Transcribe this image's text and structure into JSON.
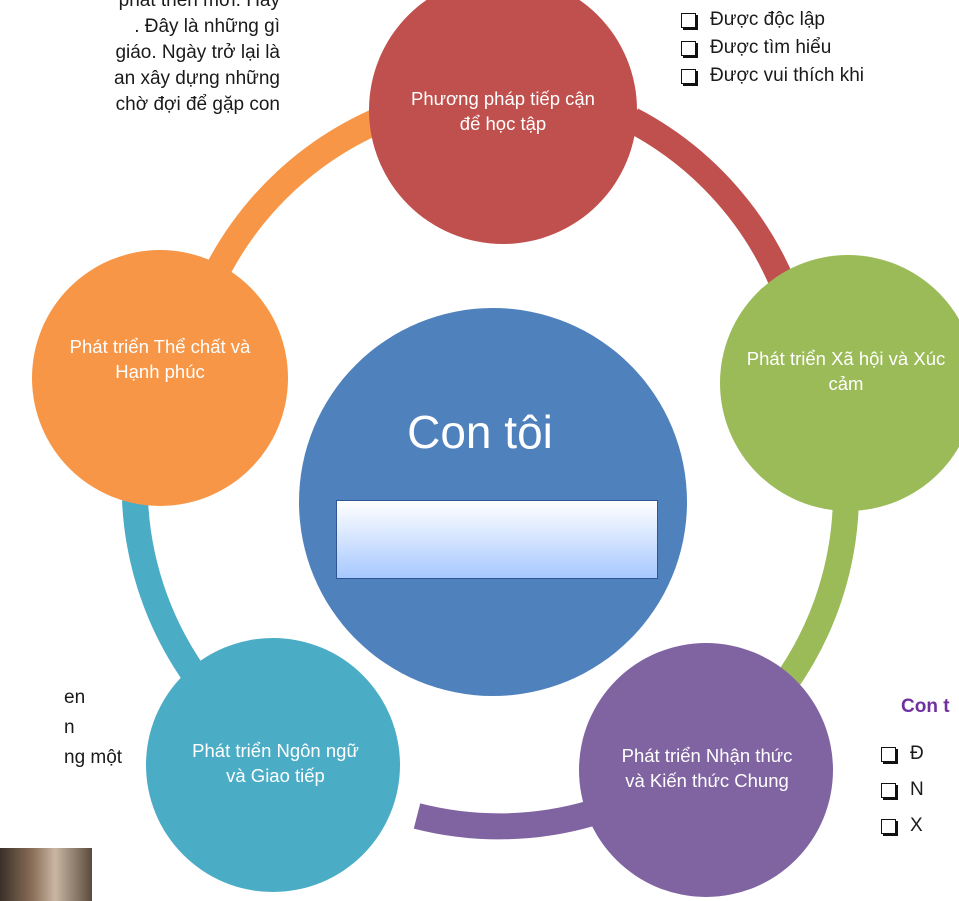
{
  "top_left_text": [
    "phát triển mới. Hãy",
    ". Đây là những gì",
    "giáo. Ngày trở lại là",
    "an xây dựng những",
    "chờ đợi để gặp con"
  ],
  "top_checklist": [
    "Được độc lập",
    "Được tìm hiểu",
    "Được vui thích khi"
  ],
  "bottom_left_text": [
    "en",
    "n",
    "ng một"
  ],
  "bottom_right": {
    "heading": "Con t",
    "items": [
      "Đ",
      "N",
      "X"
    ]
  },
  "diagram": {
    "center": "Con tôi",
    "nodes": [
      {
        "label": "Phương pháp tiếp cận để học tập",
        "color": "#c0504d"
      },
      {
        "label": "Phát triển Xã hội và Xúc cảm",
        "color": "#9bbb59"
      },
      {
        "label": "Phát triển Nhận thức và Kiến thức Chung",
        "color": "#8064a2"
      },
      {
        "label": "Phát triển Ngôn ngữ và Giao tiếp",
        "color": "#4bacc6"
      },
      {
        "label": "Phát triển Thể chất và Hạnh phúc",
        "color": "#f79646"
      }
    ],
    "center_color": "#4f81bd"
  }
}
